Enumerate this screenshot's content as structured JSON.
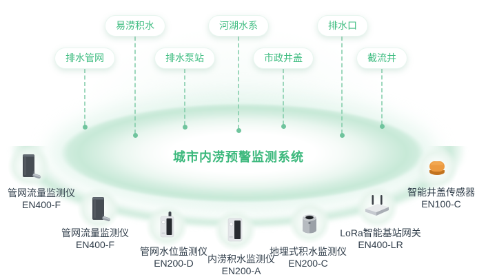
{
  "title": {
    "text": "城市内涝预警监测系统"
  },
  "tags": [
    {
      "label": "易涝积水"
    },
    {
      "label": "河湖水系"
    },
    {
      "label": "排水口"
    },
    {
      "label": "排水管网"
    },
    {
      "label": "排水泵站"
    },
    {
      "label": "市政井盖"
    },
    {
      "label": "截流井"
    }
  ],
  "devices": [
    {
      "name": "管网流量监测仪",
      "model": "EN400-F",
      "icon": "pipe-flow-monitor-icon"
    },
    {
      "name": "管网流量监测仪",
      "model": "EN400-F",
      "icon": "pipe-flow-monitor-icon"
    },
    {
      "name": "管网水位监测仪",
      "model": "EN200-D",
      "icon": "pipe-water-level-monitor-icon"
    },
    {
      "name": "内涝积水监测仪",
      "model": "EN200-A",
      "icon": "waterlogging-monitor-icon"
    },
    {
      "name": "地埋式积水监测仪",
      "model": "EN200-C",
      "icon": "buried-water-monitor-icon"
    },
    {
      "name": "LoRa智能基站网关",
      "model": "EN400-LR",
      "icon": "lora-gateway-icon"
    },
    {
      "name": "智能井盖传感器",
      "model": "EN100-C",
      "icon": "manhole-cover-sensor-icon"
    }
  ],
  "colors": {
    "accent_green": "#3ebc80",
    "title_green": "#3bb87c",
    "label_dark": "#2f3c49",
    "connector_green": "#7ccaa5",
    "ellipse_rim": "#cdebdc",
    "device_orange": "#ee9c44"
  }
}
